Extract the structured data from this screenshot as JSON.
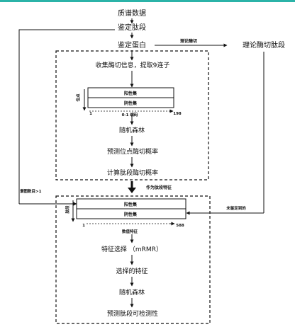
{
  "colors": {
    "accent": "#2bb3a8",
    "ink": "#111111"
  },
  "nodes": {
    "mass_spec": "质谱数据",
    "identified_peptides": "鉴定肽段",
    "identified_proteins": "鉴定蛋白",
    "theoretical_peptides": "理论酶切肽段",
    "collect_info": "收集酶切信息，提取9连子",
    "random_forest_1": "随机森林",
    "predict_site": "预测位点酶切概率",
    "calc_peptide": "计算肽段酶切概率",
    "feature_selection": "特征选择 （mRMR）",
    "selected_features": "选择的特征",
    "random_forest_2": "随机森林",
    "predict_detectability": "预测肽段可检测性"
  },
  "edges": {
    "theoretical_digestion": "理论酶切",
    "as_feature": "作为肽段特征",
    "spectral_count": "谱图数目>1",
    "undetected": "未鉴定到的"
  },
  "matrix1": {
    "positive": "阳性集",
    "negative": "阴性集",
    "axis_label": "0-1 编码",
    "y_label": "位点",
    "start": "1",
    "end": "198"
  },
  "matrix2": {
    "positive": "阳性集",
    "negative": "阴性集",
    "axis_label": "数值特征",
    "y_label": "肽段",
    "start": "1",
    "end": "588"
  }
}
